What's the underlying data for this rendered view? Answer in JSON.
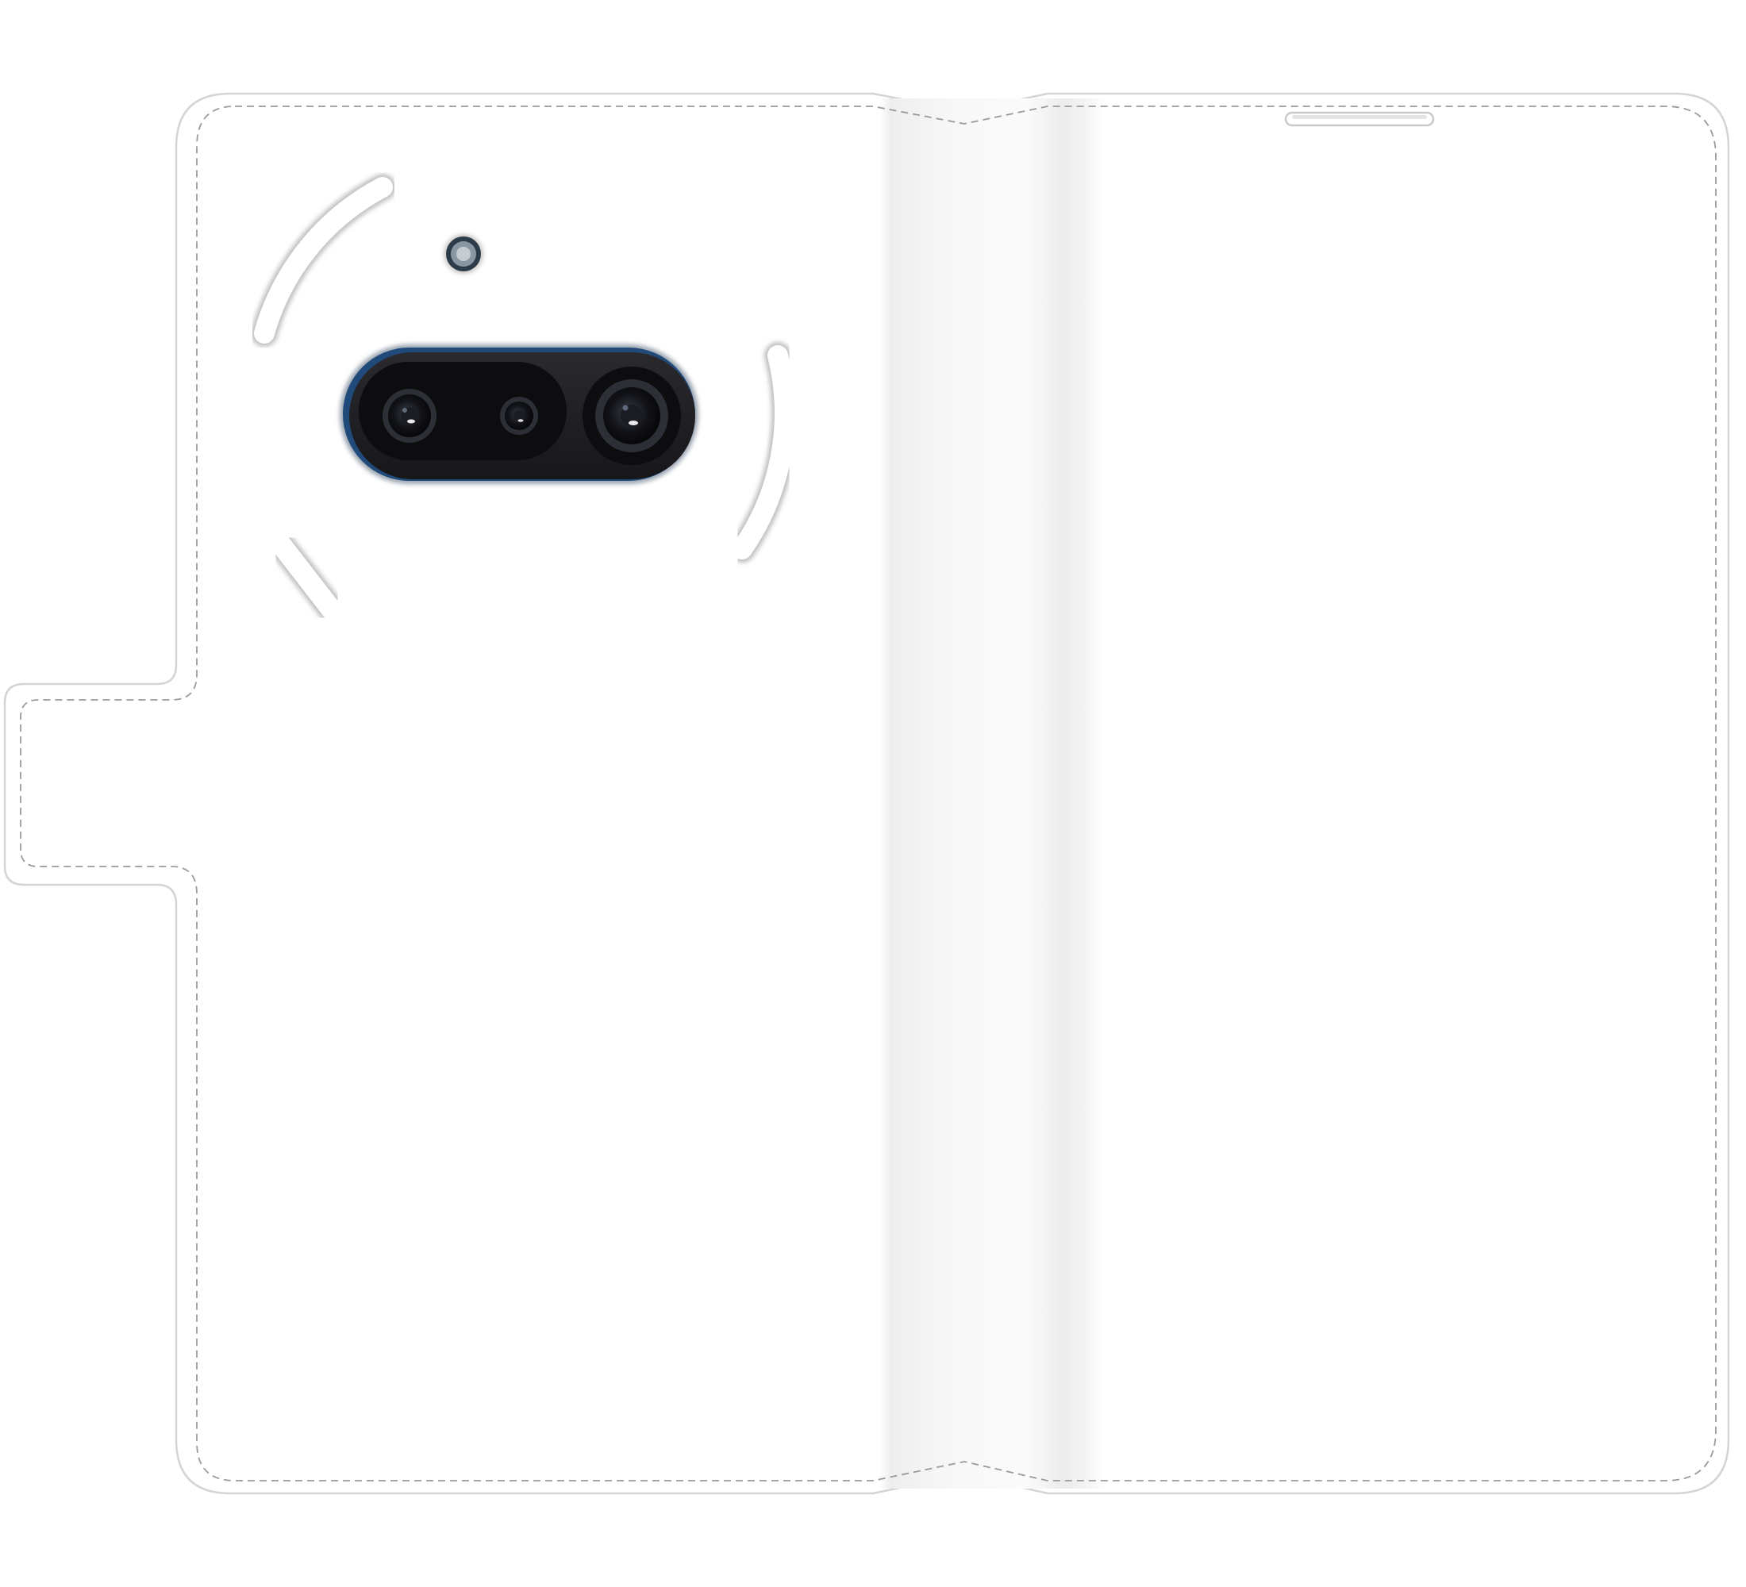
{
  "template": {
    "kind": "flip-wallet phone case print template",
    "colors": {
      "background": "#ffffff",
      "case": "#ffffff",
      "case_outline": "#d9d9d9",
      "stitch": "#9a9a9a",
      "spine_shade": "#e6e6e6",
      "camera_island": "#1b1b1e",
      "camera_island_rim": "#1f4a7a",
      "lens_glass": "#0e0e11",
      "flash": "#7d8790",
      "cutout_shadow": "#bdbdbd"
    }
  },
  "back_panel": {
    "camera_module": {
      "lens_count": 3,
      "has_flash": true,
      "icon": "dual-camera-island-icon"
    },
    "cutouts": {
      "count": 3,
      "icon": "arc-slot-icon"
    }
  },
  "front_panel": {
    "speaker_slot": {
      "icon": "earpiece-slot-icon"
    }
  }
}
